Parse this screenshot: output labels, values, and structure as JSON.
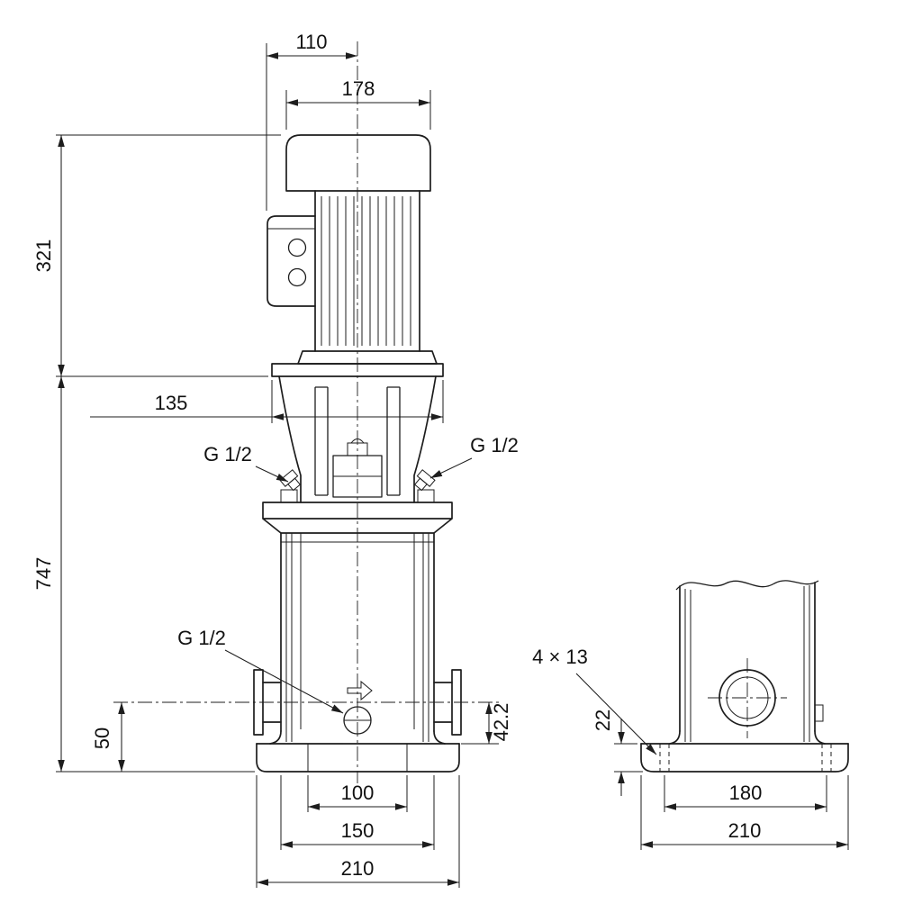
{
  "drawing": {
    "ink_color": "#1d1d1d",
    "front": {
      "dim_motor_top_width": "110",
      "dim_motor_width": "178",
      "dim_motor_height": "321",
      "dim_head_width": "135",
      "dim_total_height": "747",
      "plug_left_label": "G 1/2",
      "plug_right_label": "G 1/2",
      "drain_label": "G 1/2",
      "dim_port_height": "50",
      "dim_port_to_base": "42.2",
      "dim_base_inner": "100",
      "dim_base_bolts": "150",
      "dim_base_width": "210"
    },
    "side": {
      "bolt_holes_label": "4 × 13",
      "dim_base_plate_height": "22",
      "dim_bolt_spacing": "180",
      "dim_base_length": "210"
    }
  }
}
